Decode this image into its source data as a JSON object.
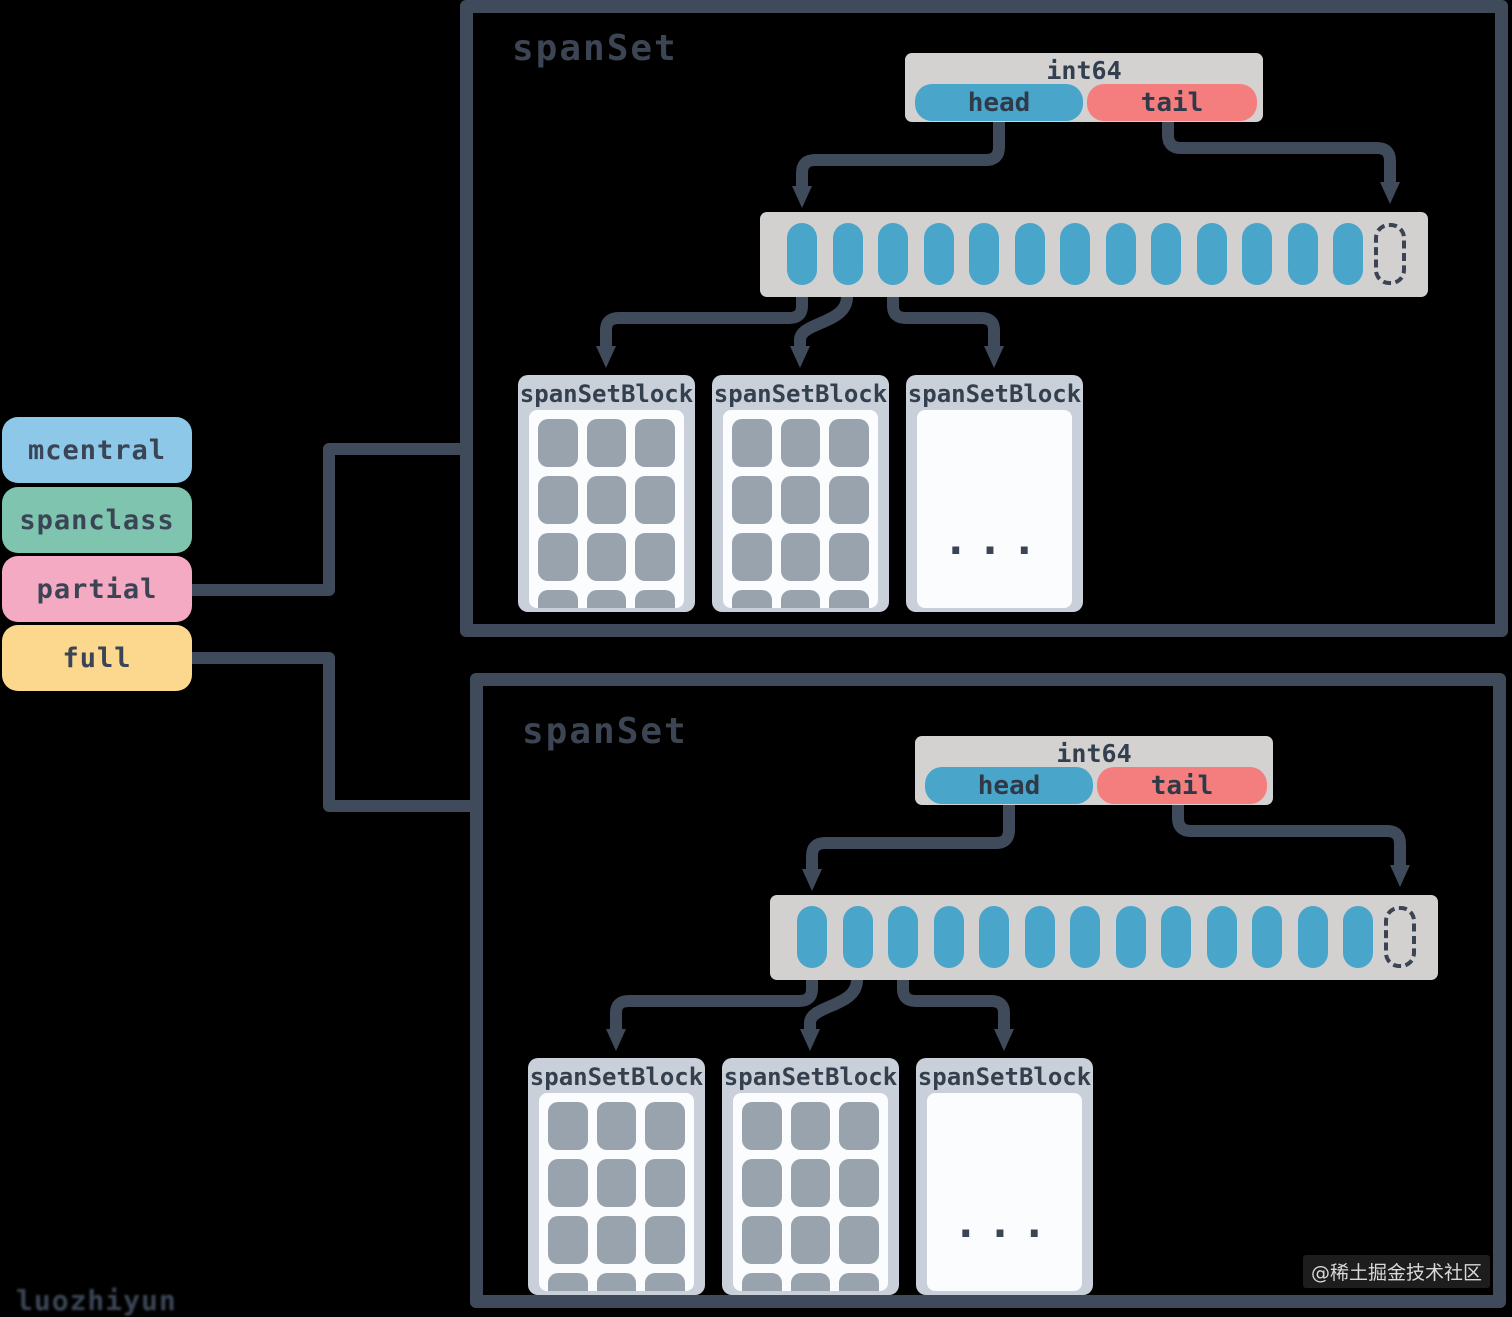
{
  "diagram": {
    "legend": [
      {
        "label": "mcentral",
        "color": "#8dc8e8"
      },
      {
        "label": "spanclass",
        "color": "#7fc4af"
      },
      {
        "label": "partial",
        "color": "#f4aac2"
      },
      {
        "label": "full",
        "color": "#fbd88e"
      }
    ],
    "panels": [
      {
        "title": "spanSet",
        "int64_label": "int64",
        "head_label": "head",
        "tail_label": "tail",
        "filled_slot_count": 13,
        "has_dashed_end_slot": true,
        "blocks": [
          {
            "title": "spanSetBlock",
            "type": "grid",
            "cols": 3,
            "rows": 4
          },
          {
            "title": "spanSetBlock",
            "type": "grid",
            "cols": 3,
            "rows": 4
          },
          {
            "title": "spanSetBlock",
            "type": "dots",
            "dots": "..."
          }
        ]
      },
      {
        "title": "spanSet",
        "int64_label": "int64",
        "head_label": "head",
        "tail_label": "tail",
        "filled_slot_count": 13,
        "has_dashed_end_slot": true,
        "blocks": [
          {
            "title": "spanSetBlock",
            "type": "grid",
            "cols": 3,
            "rows": 4
          },
          {
            "title": "spanSetBlock",
            "type": "grid",
            "cols": 3,
            "rows": 4
          },
          {
            "title": "spanSetBlock",
            "type": "dots",
            "dots": "..."
          }
        ]
      }
    ],
    "watermark_bottom_left": "luozhiyun",
    "watermark_bottom_right": "@稀土掘金技术社区",
    "colors": {
      "background": "#000000",
      "line": "#3f4a5a",
      "container_gray": "#d3d2d1",
      "slot_blue": "#4aa5ca",
      "head_blue": "#4aa5ca",
      "tail_red": "#f47e7e",
      "block_shell": "#c9d0da",
      "block_inner": "#fbfcfd",
      "grid_cell": "#99a3ad",
      "dark_text": "#333f4f"
    }
  }
}
